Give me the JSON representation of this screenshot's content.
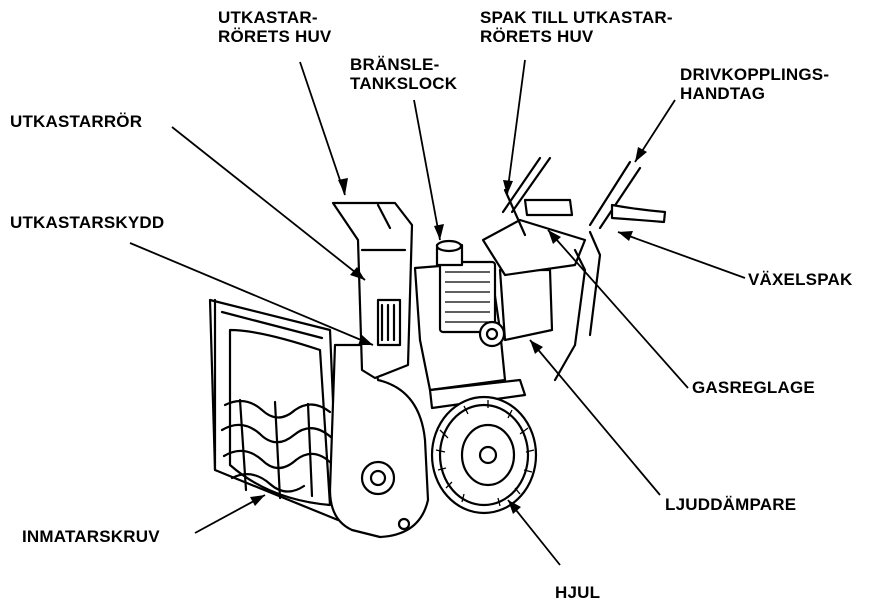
{
  "labels": {
    "utkastarrorets_huv": [
      "UTKASTAR-",
      "RÖRETS HUV"
    ],
    "spak_till_huv": [
      "SPAK TILL UTKASTAR-",
      "RÖRETS HUV"
    ],
    "bransletankslock": [
      "BRÄNSLE-",
      "TANKSLOCK"
    ],
    "drivkopplingshandtag": [
      "DRIVKOPPLINGS-",
      "HANDTAG"
    ],
    "utkastarror": "UTKASTARRÖR",
    "utkastarskydd": "UTKASTARSKYDD",
    "vaxelspak": "VÄXELSPAK",
    "gasreglage": "GASREGLAGE",
    "ljuddampare": "LJUDDÄMPARE",
    "inmatarskruv": "INMATARSKRUV",
    "hjul": "HJUL"
  }
}
